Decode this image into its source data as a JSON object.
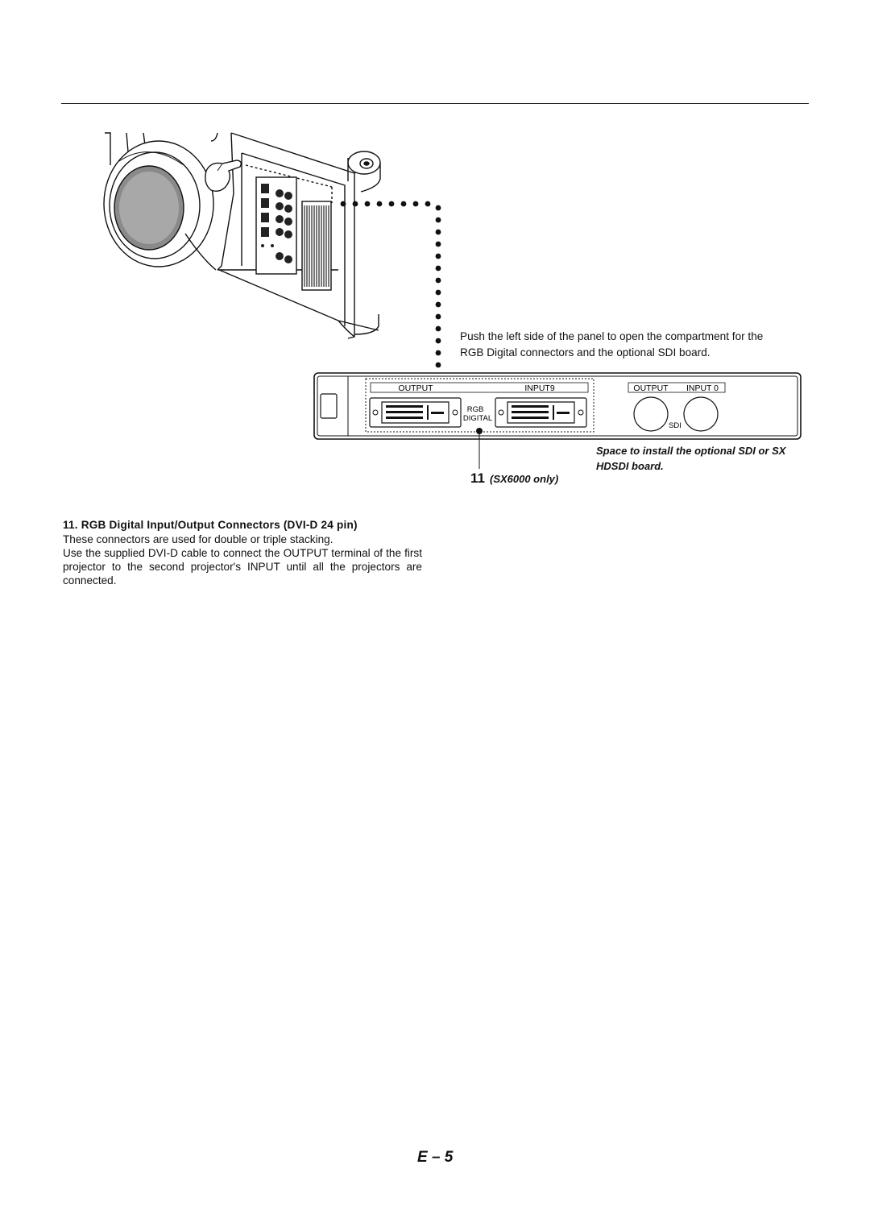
{
  "callout": {
    "line1": "Push the left side of the panel to open the compartment for the",
    "line2": "RGB Digital connectors and the optional SDI board."
  },
  "panel": {
    "output_label": "OUTPUT",
    "input9_label": "INPUT9",
    "rgb_label": "RGB",
    "digital_label": "DIGITAL",
    "sdi_output_label": "OUTPUT",
    "sdi_input_label": "INPUT 0",
    "sdi_label": "SDI"
  },
  "space_note": {
    "line1": "Space to install the optional SDI or SX",
    "line2": "HDSDI board."
  },
  "item_marker": {
    "number": "11",
    "model": "(SX6000 only)"
  },
  "section": {
    "heading": "11. RGB Digital Input/Output Connectors (DVI-D 24 pin)",
    "line1": "These connectors are used for double or triple stacking.",
    "line2": "Use the supplied DVI-D cable to connect the OUTPUT terminal of the first projector to the second projector's INPUT until all the projectors are connected."
  },
  "page_number": "E – 5"
}
